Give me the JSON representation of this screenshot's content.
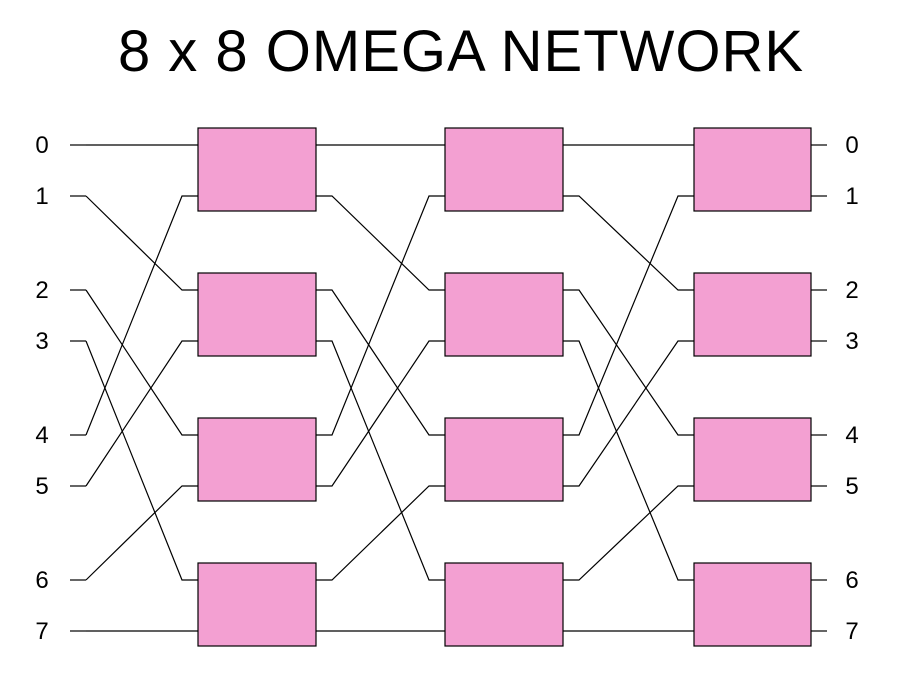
{
  "title": "8 x 8 OMEGA NETWORK",
  "inputs": [
    "0",
    "1",
    "2",
    "3",
    "4",
    "5",
    "6",
    "7"
  ],
  "outputs": [
    "0",
    "1",
    "2",
    "3",
    "4",
    "5",
    "6",
    "7"
  ],
  "stages": 3,
  "switches_per_stage": 4,
  "interconnect": "perfect-shuffle",
  "colors": {
    "switch_fill": "#f3a0d2",
    "line": "#000000",
    "background": "#ffffff"
  }
}
